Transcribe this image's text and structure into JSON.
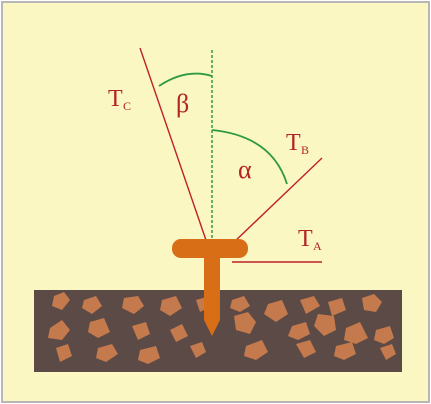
{
  "diagram": {
    "labels": {
      "tension_c": "T",
      "tension_c_sub": "C",
      "tension_b": "T",
      "tension_b_sub": "B",
      "tension_a": "T",
      "tension_a_sub": "A",
      "angle_alpha": "α",
      "angle_beta": "β"
    },
    "colors": {
      "background": "#fbf7c3",
      "border": "#b7b7b7",
      "line": "#c0202a",
      "arc": "#2f9a44",
      "dashed_vertical": "#2f9a44",
      "peg": "#d86f16",
      "ground": "#5c4a46",
      "stones": "#c47a4c"
    }
  }
}
